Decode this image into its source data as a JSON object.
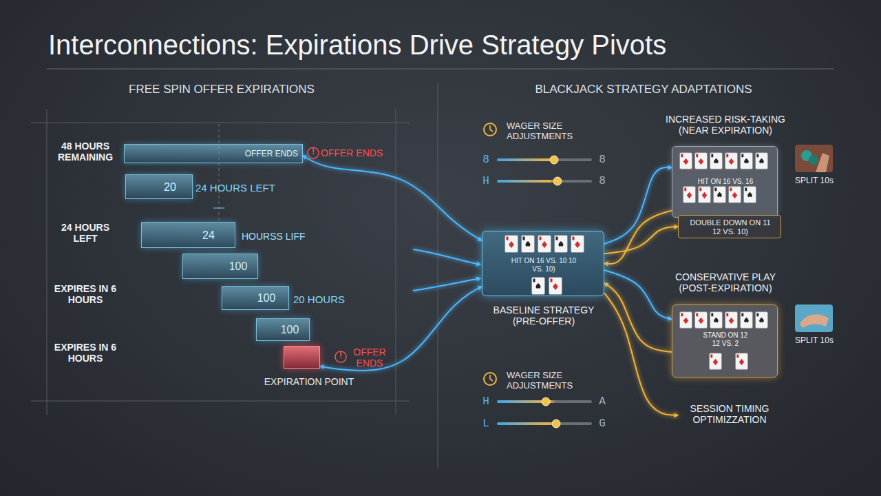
{
  "diagram": {
    "title": "Interconnections: Expirations Drive Strategy Pivots",
    "nodes": [
      {
        "text": [
          "OFFER ENDS"
        ]
      },
      {
        "text": [
          "20",
          "24 HOURS LEFT"
        ]
      },
      {
        "text": [
          "24",
          "HOURSS LIFF"
        ]
      },
      {
        "text": [
          "100"
        ]
      },
      {
        "text": [
          "100",
          "20 HOURS"
        ]
      },
      {
        "text": [
          "100"
        ]
      },
      {
        "text": [
          "EXPIRATION POINT"
        ]
      },
      {
        "text": [
          "HIT ON 16 VS. 10 10 VS. 10)",
          "BASELINE STRATEGY (PRE-OFFER)"
        ]
      },
      {
        "text": [
          "INCREASED RISK-TAKING (NEAR EXPIRATION)",
          "HIT ON 16 VS. 16"
        ]
      },
      {
        "text": [
          "DOUBLE DOWN ON 11 12 VS. 10)"
        ]
      },
      {
        "text": [
          "CONSERVATIVE PLAY (POST-EXPIRATION)",
          "STAND ON 12 12 VS. 2"
        ]
      },
      {
        "text": [
          "SESSION TIMING OPTIMIZZATION"
        ]
      }
    ],
    "edges": [
      {
        "from": 0,
        "to": 7,
        "arrow": "both"
      },
      {
        "from": 6,
        "to": 7,
        "arrow": "both"
      },
      {
        "from": 7,
        "to": 8,
        "arrow": "to"
      },
      {
        "from": 7,
        "to": 9,
        "arrow": "to"
      },
      {
        "from": 8,
        "to": 7,
        "arrow": "to"
      },
      {
        "from": 7,
        "to": 10,
        "arrow": "to"
      },
      {
        "from": 10,
        "to": 7,
        "arrow": "to"
      },
      {
        "from": 7,
        "to": 11,
        "arrow": "to"
      }
    ],
    "labels": [
      "FREE SPIN OFFER EXPIRATIONS",
      "BLACKJACK STRATEGY ADAPTATIONS",
      "48 HOURS REMAINING",
      "24 HOURS LEFT",
      "EXPIRES IN 6 HOURS",
      "EXPIRES IN 6 HOURS",
      "OFFER ENDS",
      "OFFER ENDS",
      "WAGER SIZE ADJUSTMENTS",
      "8",
      "8",
      "H",
      "8",
      "WAGER SIZE ADJUSTMENTS",
      "H",
      "A",
      "L",
      "G",
      "SPLIT 10s",
      "SPLIT 10s",
      "!",
      "!"
    ]
  }
}
